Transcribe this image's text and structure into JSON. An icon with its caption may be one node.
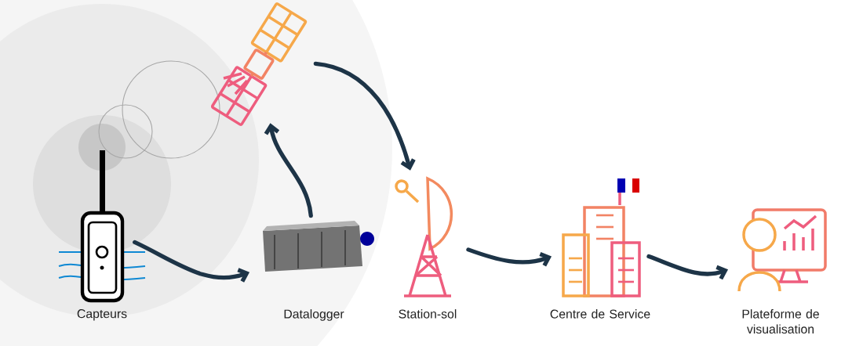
{
  "diagram": {
    "nodes": [
      {
        "text": [
          "Capteurs"
        ]
      },
      {
        "text": [],
        "shape": "picture"
      },
      {
        "text": [
          "Datalogger"
        ]
      },
      {
        "text": [
          "Station-sol"
        ]
      },
      {
        "text": [
          "Centre de Service"
        ]
      },
      {
        "text": [
          "Plateforme de visualisation"
        ]
      }
    ],
    "edges": [
      {
        "from": 0,
        "to": 2,
        "arrow": "to"
      },
      {
        "from": 2,
        "to": 1,
        "arrow": "to"
      },
      {
        "from": 1,
        "to": 3,
        "arrow": "to"
      },
      {
        "from": 3,
        "to": 4,
        "arrow": "to"
      },
      {
        "from": 4,
        "to": 5,
        "arrow": "to"
      }
    ]
  }
}
